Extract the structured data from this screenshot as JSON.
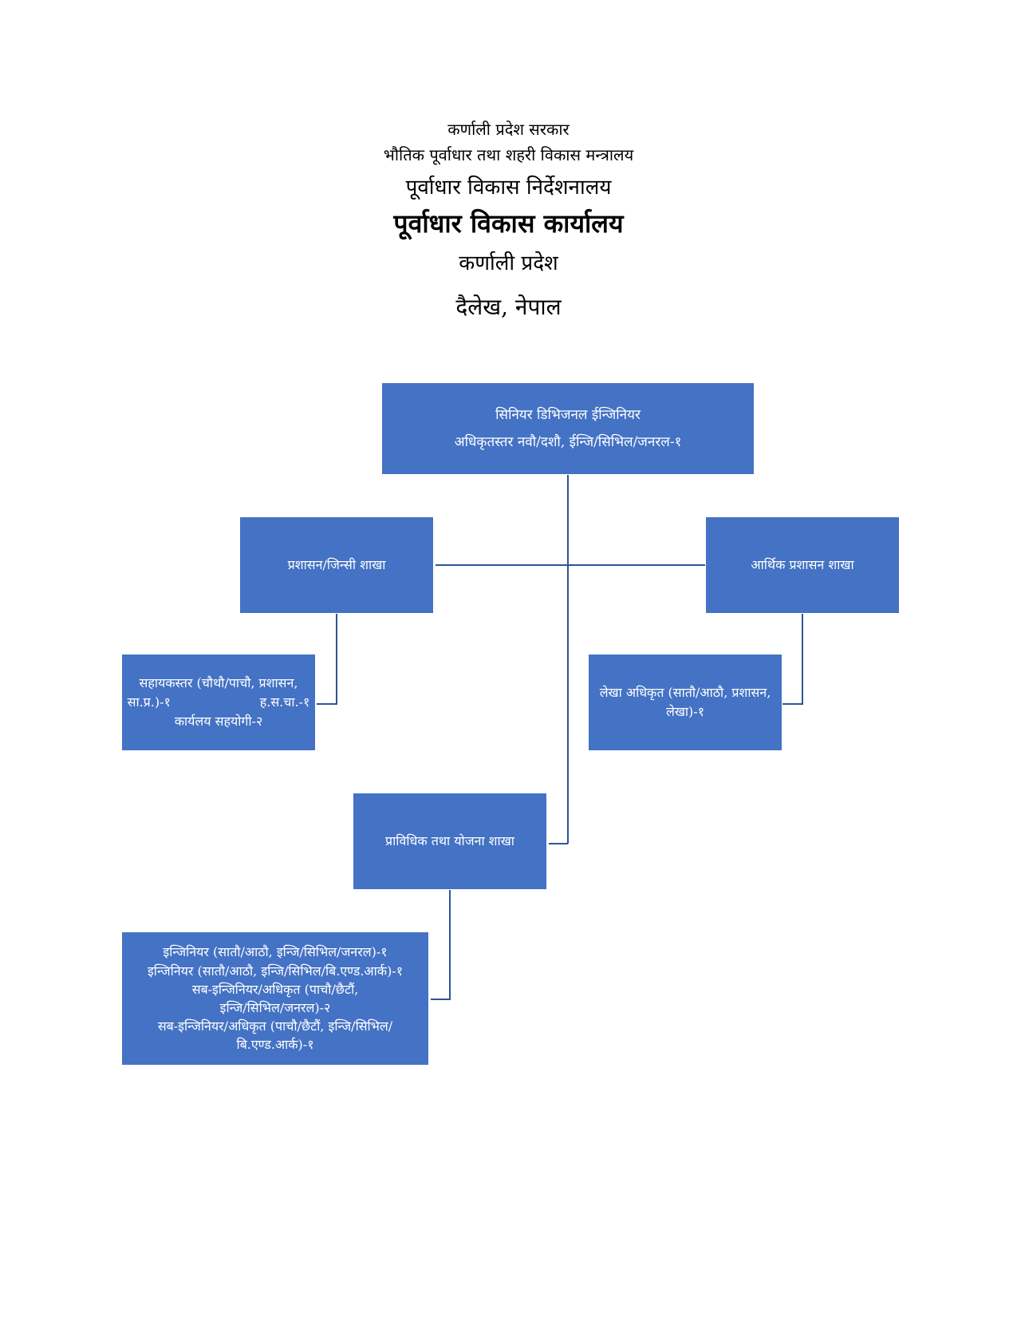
{
  "header": {
    "line1": "कर्णाली प्रदेश सरकार",
    "line2": "भौतिक पूर्वाधार तथा शहरी विकास मन्त्रालय",
    "line3": "पूर्वाधार विकास निर्देशनालय",
    "line4": "पूर्वाधार विकास कार्यालय",
    "line5": "कर्णाली प्रदेश",
    "line6": "दैलेख, नेपाल"
  },
  "org_chart": {
    "chief": {
      "line1": "सिनियर डिभिजनल ईन्जिनियर",
      "line2": "अधिकृतस्तर नवौ/दशौ, ईन्जि/सिभिल/जनरल-१"
    },
    "admin_branch": {
      "label": "प्रशासन/जिन्सी शाखा",
      "staff": [
        "सहायकस्तर (चौथौ/पाचौ, प्रशासन,",
        "सा.प्र.)-१                      ह.स.चा.-१",
        "कार्यलय सहयोगी-२"
      ]
    },
    "finance_branch": {
      "label": "आर्थिक प्रशासन शाखा",
      "staff": [
        "लेखा अधिकृत (सातौ/आठौ, प्रशासन,",
        "लेखा)-१"
      ]
    },
    "tech_branch": {
      "label": "प्राविधिक तथा योजना शाखा",
      "staff": [
        "इन्जिनियर (सातौ/आठौ, इन्जि/सिभिल/जनरल)-१",
        "इन्जिनियर (सातौ/आठौ, इन्जि/सिभिल/बि.एण्ड.आर्क)-१",
        "सब-इन्जिनियर/अधिकृत (पाचौ/छैटौं,",
        "इन्जि/सिभिल/जनरल)-२",
        "सब-इन्जिनियर/अधिकृत (पाचौ/छैटौं, इन्जि/सिभिल/",
        "बि.एण्ड.आर्क)-१"
      ]
    }
  },
  "colors": {
    "box_fill": "#4472c4",
    "box_text": "#ffffff",
    "connector": "#2f5597"
  }
}
